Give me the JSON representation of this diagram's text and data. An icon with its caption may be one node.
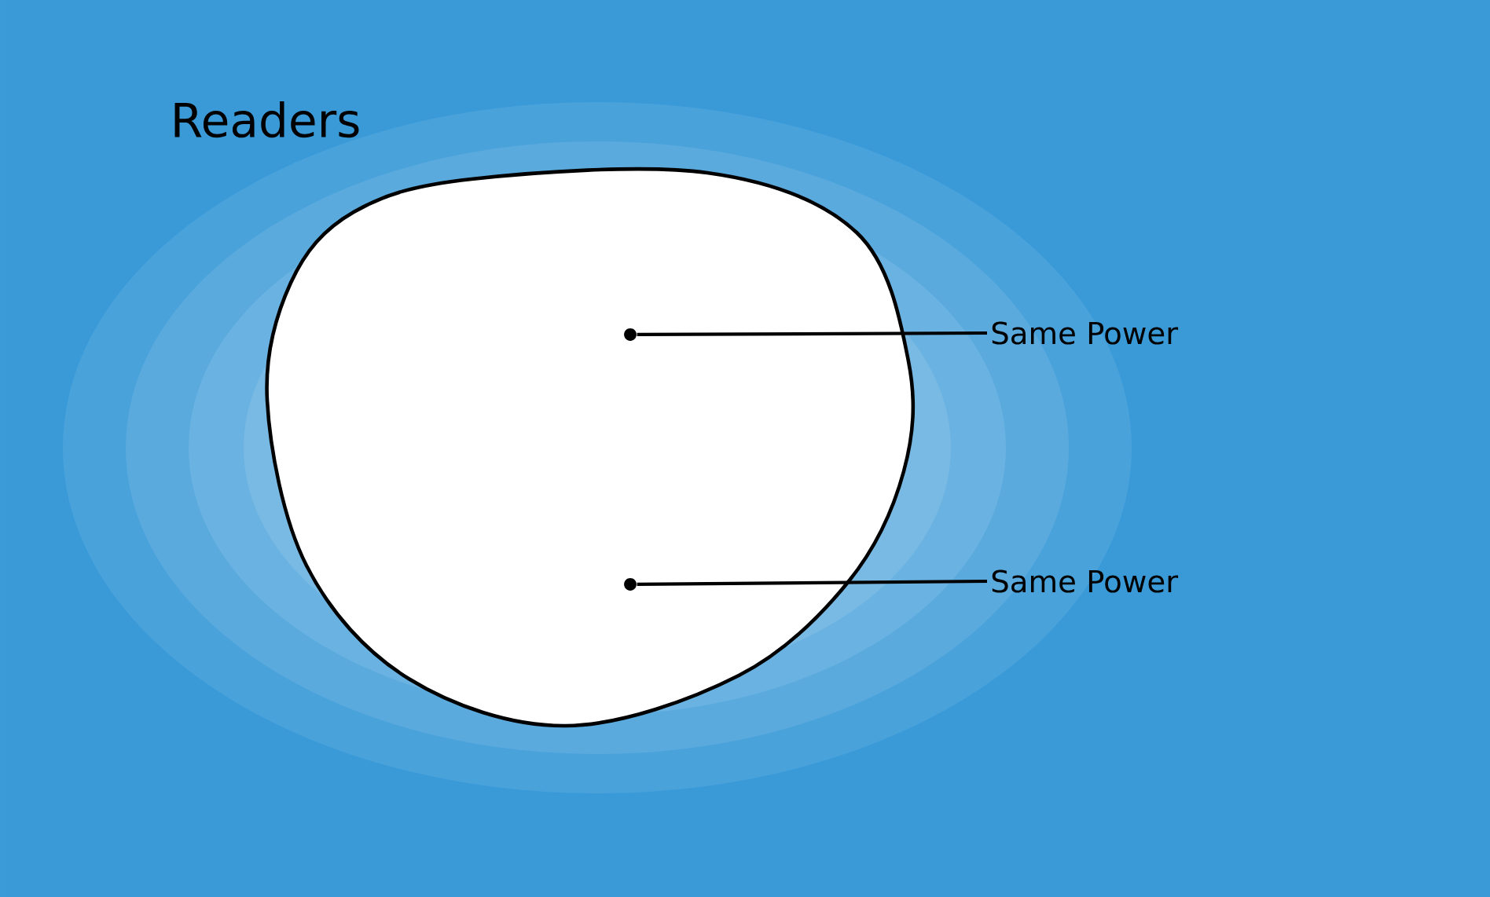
{
  "diagram": {
    "title": "Readers",
    "nodes": [
      {
        "text": [],
        "shape": "lens"
      },
      {
        "text": [
          "Same Power"
        ]
      },
      {
        "text": [
          "Same Power"
        ]
      },
      {
        "text": [],
        "shape": "dot",
        "in": 0
      },
      {
        "text": [],
        "shape": "dot",
        "in": 0
      }
    ],
    "edges": [
      {
        "from": 1,
        "to": 3,
        "arrow": "none"
      },
      {
        "from": 2,
        "to": 4,
        "arrow": "none"
      }
    ]
  }
}
